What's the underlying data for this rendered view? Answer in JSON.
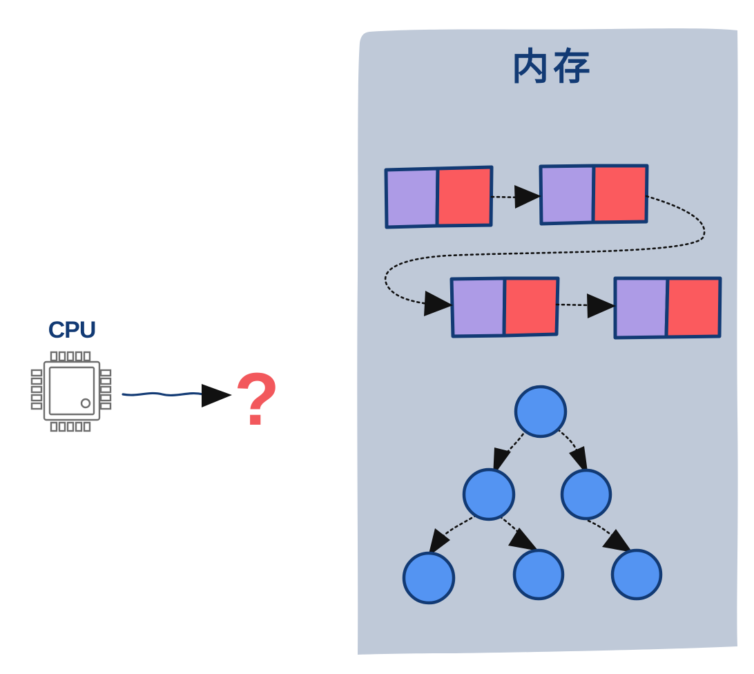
{
  "cpu": {
    "label": "CPU",
    "icon": "chip-icon"
  },
  "question": {
    "symbol": "?"
  },
  "memory": {
    "title": "内存",
    "linked_list": {
      "node_count": 4
    },
    "tree": {
      "node_count": 6
    }
  },
  "colors": {
    "navy": "#123a74",
    "memory_bg": "#bfc9d8",
    "purple_cell": "#ad9be6",
    "red_cell": "#fb5a5e",
    "tree_node": "#5494f2",
    "question_mark": "#f2585c"
  }
}
